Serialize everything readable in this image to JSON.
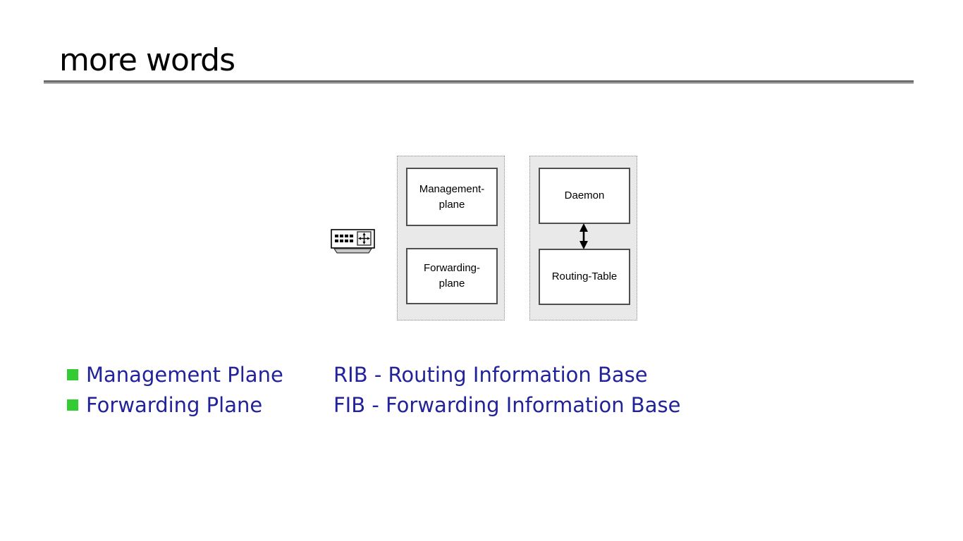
{
  "title": "more words",
  "diagram": {
    "router_icon": "network-router",
    "left_panel": {
      "top_box": "Management-\nplane",
      "bottom_box": "Forwarding-\nplane"
    },
    "right_panel": {
      "top_box": "Daemon",
      "bottom_box": "Routing-Table"
    },
    "arrow": "double-headed-vertical-arrow"
  },
  "bullets": [
    {
      "label": "Management Plane",
      "definition": "RIB - Routing Information Base"
    },
    {
      "label": "Forwarding Plane",
      "definition": "FIB - Forwarding Information Base"
    }
  ],
  "colors": {
    "bullet_green": "#33cc33",
    "text_blue": "#22229a",
    "panel_gray": "#e9e9e9",
    "node_border_gray": "#4f4f4f",
    "underline_gray": "#6d6d6d"
  }
}
